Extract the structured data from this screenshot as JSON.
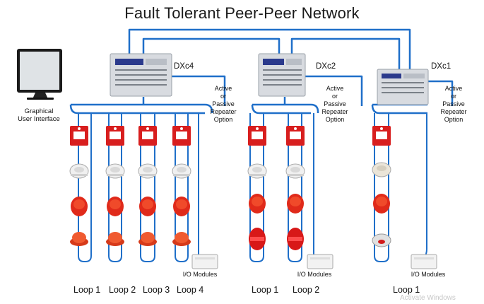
{
  "title": "Fault Tolerant Peer-Peer Network",
  "panels": [
    {
      "name": "DXc4",
      "option_lines": [
        "Active",
        "or",
        "Passive",
        "Repeater",
        "Option"
      ]
    },
    {
      "name": "DXc2",
      "option_lines": [
        "Active",
        "or",
        "Passive",
        "Repeater",
        "Option"
      ]
    },
    {
      "name": "DXc1",
      "option_lines": [
        "Active",
        "or",
        "Passive",
        "Repeater",
        "Option"
      ]
    }
  ],
  "gui": {
    "line1": "Graphical",
    "line2": "User Interface"
  },
  "io_label": "I/O Modules",
  "loops": [
    "Loop 1",
    "Loop 2",
    "Loop 3",
    "Loop 4",
    "Loop 1",
    "Loop 2",
    "Loop 1"
  ],
  "watermark": "Activate Windows",
  "colors": {
    "network_line": "#1f6fc9",
    "device_red": "#e02020",
    "panel_gray": "#d9dce0"
  }
}
